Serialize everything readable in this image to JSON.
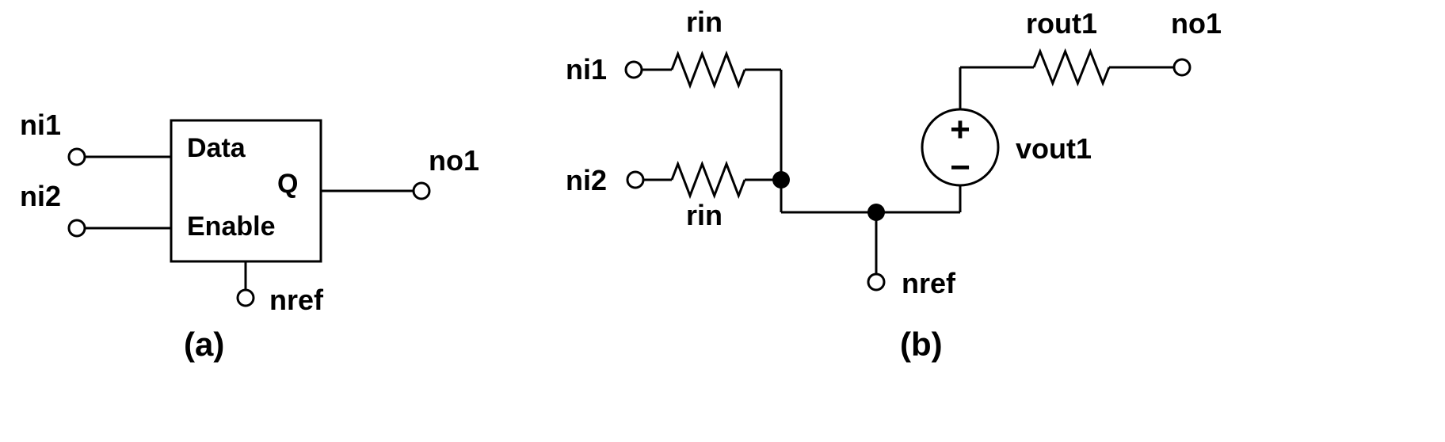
{
  "figure": {
    "panel_a": {
      "caption": "(a)",
      "block_pins": {
        "data": "Data",
        "q": "Q",
        "enable": "Enable"
      },
      "terminals": {
        "ni1": "ni1",
        "ni2": "ni2",
        "no1": "no1",
        "nref": "nref"
      }
    },
    "panel_b": {
      "caption": "(b)",
      "labels": {
        "rin_top": "rin",
        "rin_bottom": "rin",
        "rout1": "rout1",
        "vout1": "vout1",
        "plus": "+",
        "minus": "−"
      },
      "terminals": {
        "ni1": "ni1",
        "ni2": "ni2",
        "no1": "no1",
        "nref": "nref"
      }
    }
  }
}
